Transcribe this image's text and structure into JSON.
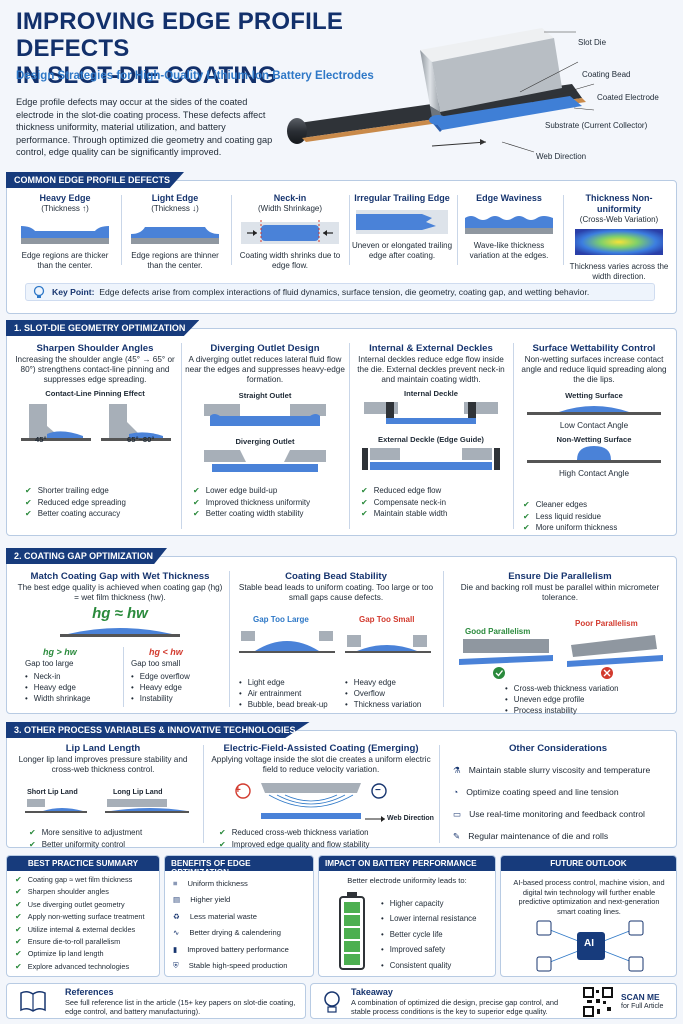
{
  "header": {
    "title_line1": "IMPROVING EDGE PROFILE DEFECTS",
    "title_line2": "IN SLOT-DIE COATING",
    "subtitle": "Design Strategies for High-Quality Lithium-Ion Battery Electrodes",
    "intro": "Edge profile defects may occur at the sides of the coated electrode in the slot-die coating process. These defects affect thickness uniformity, material utilization, and battery performance. Through optimized die geometry and coating gap control, edge quality can be significantly improved.",
    "callouts": {
      "slot_die": "Slot Die",
      "coating_bead": "Coating Bead",
      "coated_electrode": "Coated Electrode",
      "substrate": "Substrate (Current Collector)",
      "web_direction": "Web Direction"
    }
  },
  "defects": {
    "heading": "COMMON EDGE PROFILE DEFECTS",
    "items": [
      {
        "title": "Heavy Edge",
        "sub": "(Thickness ↑)",
        "desc": "Edge regions are thicker than the center."
      },
      {
        "title": "Light Edge",
        "sub": "(Thickness ↓)",
        "desc": "Edge regions are thinner than the center."
      },
      {
        "title": "Neck-in",
        "sub": "(Width Shrinkage)",
        "desc": "Coating width shrinks due to edge flow."
      },
      {
        "title": "Irregular Trailing Edge",
        "sub": "",
        "desc": "Uneven or elongated trailing edge after coating."
      },
      {
        "title": "Edge Waviness",
        "sub": "",
        "desc": "Wave-like thickness variation at the edges."
      },
      {
        "title": "Thickness Non-uniformity",
        "sub": "(Cross-Web Variation)",
        "desc": "Thickness varies across the width direction."
      }
    ],
    "key_label": "Key Point:",
    "key_text": "Edge defects arise from complex interactions of fluid dynamics, surface tension, die geometry, coating gap, and wetting behavior."
  },
  "geometry": {
    "heading": "1. SLOT-DIE GEOMETRY OPTIMIZATION",
    "b1": {
      "title": "Sharpen Shoulder Angles",
      "desc": "Increasing the shoulder angle (45° → 65° or 80°) strengthens contact-line pinning and suppresses edge spreading.",
      "fig": "Contact-Line Pinning Effect",
      "a1": "45°",
      "a2": "65°~80°",
      "checks": [
        "Shorter trailing edge",
        "Reduced edge spreading",
        "Better coating accuracy"
      ]
    },
    "b2": {
      "title": "Diverging Outlet Design",
      "desc": "A diverging outlet reduces lateral fluid flow near the edges and suppresses heavy-edge formation.",
      "fig1": "Straight Outlet",
      "fig2": "Diverging Outlet",
      "checks": [
        "Lower edge build-up",
        "Improved thickness uniformity",
        "Better coating width stability"
      ]
    },
    "b3": {
      "title": "Internal & External Deckles",
      "desc": "Internal deckles reduce edge flow inside the die. External deckles prevent neck-in and maintain coating width.",
      "fig1": "Internal Deckle",
      "fig2": "External Deckle (Edge Guide)",
      "checks": [
        "Reduced edge flow",
        "Compensate neck-in",
        "Maintain stable width"
      ]
    },
    "b4": {
      "title": "Surface Wettability Control",
      "desc": "Non-wetting surfaces increase contact angle and reduce liquid spreading along the die lips.",
      "fig1": "Wetting Surface",
      "fig1b": "Low Contact Angle",
      "fig2": "Non-Wetting Surface",
      "fig2b": "High Contact Angle",
      "checks": [
        "Cleaner edges",
        "Less liquid residue",
        "More uniform thickness"
      ]
    }
  },
  "gap": {
    "heading": "2. COATING GAP OPTIMIZATION",
    "b1": {
      "title": "Match Coating Gap with Wet Thickness",
      "desc": "The best edge quality is achieved when coating gap (hg) = wet film thickness (hw).",
      "eq": "hg ≈ hw",
      "l1eq": "hg > hw",
      "l1": "Gap too large",
      "l1items": [
        "Neck-in",
        "Heavy edge",
        "Width shrinkage"
      ],
      "l2eq": "hg < hw",
      "l2": "Gap too small",
      "l2items": [
        "Edge overflow",
        "Heavy edge",
        "Instability"
      ]
    },
    "b2": {
      "title": "Coating Bead Stability",
      "desc": "Stable bead leads to uniform coating. Too large or too small gaps cause defects.",
      "f1": "Gap Too Large",
      "f2": "Gap Too Small",
      "l1items": [
        "Light edge",
        "Air entrainment",
        "Bubble, bead break-up"
      ],
      "l2items": [
        "Heavy edge",
        "Overflow",
        "Thickness variation"
      ]
    },
    "b3": {
      "title": "Ensure Die Parallelism",
      "desc": "Die and backing roll must be parallel within micrometer tolerance.",
      "good": "Good Parallelism",
      "poor": "Poor Parallelism",
      "items": [
        "Cross-web thickness variation",
        "Uneven edge profile",
        "Process instability"
      ]
    }
  },
  "other": {
    "heading": "3. OTHER PROCESS VARIABLES & INNOVATIVE TECHNOLOGIES",
    "b1": {
      "title": "Lip Land Length",
      "desc": "Longer lip land improves pressure stability and cross-web thickness control.",
      "f1": "Short Lip Land",
      "f2": "Long Lip Land",
      "checks": [
        "More sensitive to adjustment",
        "Better uniformity control"
      ]
    },
    "b2": {
      "title": "Electric-Field-Assisted Coating (Emerging)",
      "desc": "Applying voltage inside the slot die creates a uniform electric field to reduce velocity variation.",
      "plus": "+",
      "minus": "−",
      "web": "Web Direction",
      "checks": [
        "Reduced cross-web thickness variation",
        "Improved edge quality and flow stability"
      ]
    },
    "b3": {
      "title": "Other Considerations",
      "items": [
        "Maintain stable slurry viscosity and temperature",
        "Optimize coating speed and line tension",
        "Use real-time monitoring and feedback control",
        "Regular maintenance of die and rolls"
      ]
    }
  },
  "summary": {
    "heading": "BEST PRACTICE SUMMARY",
    "items": [
      "Coating gap ≈ wet film thickness",
      "Sharpen shoulder angles",
      "Use diverging outlet geometry",
      "Apply non-wetting surface treatment",
      "Utilize internal & external deckles",
      "Ensure die-to-roll parallelism",
      "Optimize lip land length",
      "Explore advanced technologies"
    ]
  },
  "benefits": {
    "heading": "BENEFITS OF EDGE OPTIMIZATION",
    "items": [
      "Uniform thickness",
      "Higher yield",
      "Less material waste",
      "Better drying & calendering",
      "Improved battery performance",
      "Stable high-speed production"
    ]
  },
  "impact": {
    "heading": "IMPACT ON BATTERY PERFORMANCE",
    "lead": "Better electrode uniformity leads to:",
    "items": [
      "Higher capacity",
      "Lower internal resistance",
      "Better cycle life",
      "Improved safety",
      "Consistent quality"
    ]
  },
  "future": {
    "heading": "FUTURE OUTLOOK",
    "text": "AI-based process control, machine vision, and digital twin technology will further enable predictive optimization and next-generation smart coating lines.",
    "ai": "AI"
  },
  "footer": {
    "ref_title": "References",
    "ref_text": "See full reference list in the article (15+ key papers on slot-die coating, edge control, and battery manufacturing).",
    "take_title": "Takeaway",
    "take_text": "A combination of optimized die design, precise gap control, and stable process conditions is the key to superior edge quality.",
    "scan": "SCAN ME",
    "scan_sub": "for Full Article"
  },
  "colors": {
    "navy": "#173b7c",
    "accent": "#2e78c7",
    "coating": "#4a82d8",
    "check": "#2a8a3c",
    "bad": "#d23a2e"
  }
}
